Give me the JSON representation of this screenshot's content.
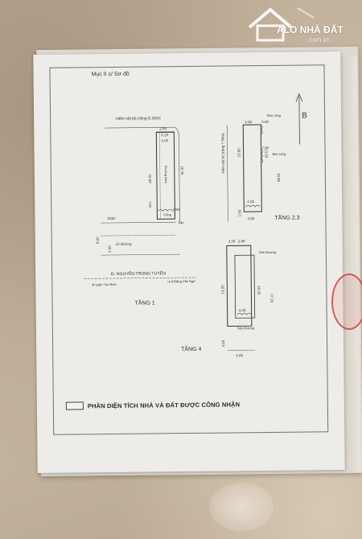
{
  "watermark": {
    "brand": "ALO NHÀ ĐẤT",
    "domain": ".com.vn"
  },
  "document": {
    "section_title": "Mục II c/ Sơ đồ",
    "north_label": "B",
    "legend_label": "PHẦN DIỆN TÍCH NHÀ VÀ ĐẤT ĐƯỢC CÔNG NHẬN"
  },
  "plan_tang1": {
    "alley_label": "Hẻm nội bộ (rộng 6.30m)",
    "floor_label": "TẦNG 1",
    "street_label": "Đ. NGUYỄN TRỌNG TUYỂN",
    "dir_left": "đi quận Tân Bình",
    "dir_right": "ra đ.Đặng Văn Ngữ",
    "curb_label": "Lề đường",
    "dim_top": "2.85",
    "dim_010": "0.10",
    "dim_400": "4.00",
    "dim_1560": "15.60",
    "dim_1575": "15.75",
    "dim_150": "1.50",
    "dim_800": "8.00",
    "dim_225": "2.25",
    "dim_260": "2.60",
    "label_stair": "Đường hẻm",
    "label_gate": "Cổng",
    "label_san": "Sân",
    "label_dqh": "DQH"
  },
  "plan_tang23": {
    "alley_label": "Hẻm nội bộ (rộng 7.30m)",
    "floor_label": "TẦNG 2,3",
    "dim_405_top": "4.05",
    "dim_080": "0.80",
    "dim_1560": "15.60",
    "dim_1325": "13.25",
    "dim_1085": "10.85",
    "dim_090": "0.90",
    "dim_405_bot": "4.05",
    "dim_480": "4.80",
    "dim_150": "1.50",
    "label_bancong_1": "Ban công",
    "label_bancong_2": "Ban công"
  },
  "plan_tang4": {
    "floor_label": "TẦNG 4",
    "dim_200": "2.00",
    "dim_285": "2.85",
    "dim_1320": "13.20",
    "dim_1020": "10.20",
    "dim_1710": "17.10",
    "dim_405": "4.05",
    "dim_400": "4.00",
    "dim_485": "4.85",
    "label_santhuong_top": "Sân thượng",
    "label_santhuong_bot": "Sân thượng"
  }
}
